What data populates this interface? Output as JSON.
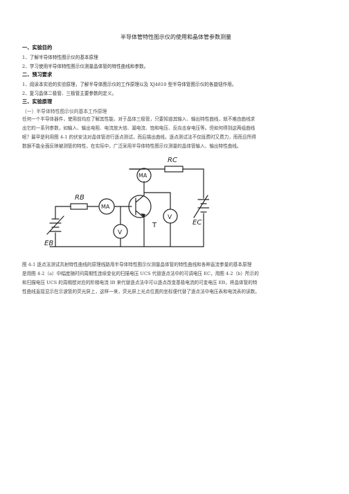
{
  "title": "半导体管特性图示仪的使用和晶体管参数测量",
  "sections": {
    "s1": {
      "heading": "一、实验目的",
      "items": [
        "1、了解半导体特性图示仪的基本原理",
        "2、学习使用半导体特性图示仪测量晶体管的特性曲线和参数。"
      ]
    },
    "s2": {
      "heading": "二、预习要求",
      "items": [
        "1、阅读本实验的实验原理，了解半导体图示仪的工作原理以及 XJ4810 型半导体管图示仪的各旋钮作用。",
        "2、复习晶体二极管、三极管主要参数的定义。"
      ]
    },
    "s3": {
      "heading": "三、实验原理",
      "subheading": "（一）半导体特性图示仪的基本工作原理",
      "para_lines": [
        "任何一个半导体器件，使用前均应了解其性能，对于晶体三极管，只要知道其输入、输出特性曲线，就不难由曲线求",
        "出它的一系列参数，如输入、输出电阻、电流放大倍、漏电流、饱和电压、反向击穿电压等。但如何得到这两组曲线",
        "呢？最早是利用图 4-1 的伏安法对晶体管进行逐点测试，而后描出曲线，逐点测试法不仅既费时又费力，而而且所得",
        "数据不能全面反映被测管的特性，在实际中，广泛采用半导体特性图示仪测量的晶体管输入、输出特性曲线。"
      ]
    }
  },
  "circuit": {
    "labels": {
      "rc": "RC",
      "rb": "RB",
      "eb": "EB",
      "ec": "EC",
      "ammeter": "MA",
      "voltmeter": "V",
      "transistor": "T"
    }
  },
  "caption_lines": [
    "图 4-1  逐点法测试共射特性曲线的原理线路用半导体特性图示仪测量晶体管的特性曲线和各种直流参量的基本原理",
    "是用图 4-2（a）中幅度随时间周期性连续变化的扫描电压 UCS 代替逐点法中的可调电压 EC，用图 4-2（b）所示的",
    "和扫描电压 UCS 的周期想对应的阶梯电流 IB 来代替逐点法中可以逐点改变基极电流的可变电压 EB，将晶体管的特",
    "性曲线直接显示在示波管的荧光屏上，这样一来，荧光屏上光点位置的坐标便代替了逐点法中电压表和电流表的读数。"
  ]
}
